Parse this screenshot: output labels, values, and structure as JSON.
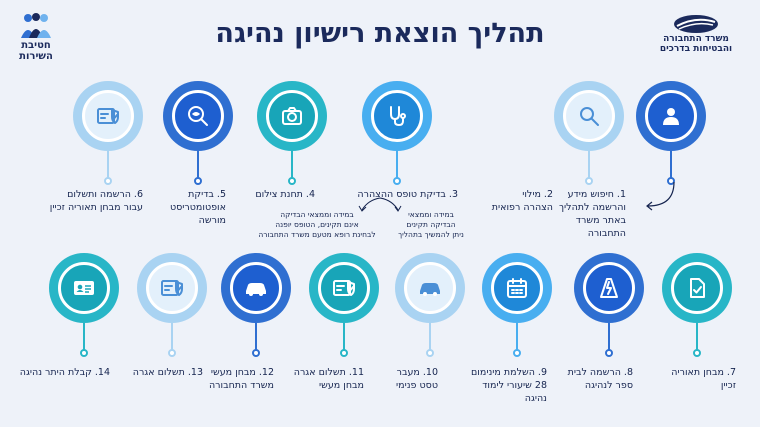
{
  "title": "תהליך הוצאת רישיון נהיגה",
  "logo_right": {
    "line1": "משרד התחבורה",
    "line2": "והבטיחות בדרכים"
  },
  "logo_left": {
    "line1": "חטיבת",
    "line2": "השירות"
  },
  "steps": [
    {
      "num": "1.",
      "lines": [
        "חיפוש מידע",
        "והרשמה לתהליך",
        "באתר משרד",
        "התחבורה"
      ],
      "icon": "user-icon"
    },
    {
      "num": "2.",
      "lines": [
        "מילוי",
        "הצהרה רפואית"
      ],
      "icon": "magnifier-icon"
    },
    {
      "num": "3.",
      "lines": [
        "בדיקת טופס ההצהרה"
      ],
      "icon": "stethoscope-icon"
    },
    {
      "num": "4.",
      "lines": [
        "תחנת צילום"
      ],
      "icon": "camera-icon"
    },
    {
      "num": "5.",
      "lines": [
        "בדיקת",
        "אופטומטריסט",
        "מורשה"
      ],
      "icon": "eye-magnifier-icon"
    },
    {
      "num": "6.",
      "lines": [
        "הרשמה ותשלום",
        "עבור מבחן תאוריה זכיין"
      ],
      "icon": "payment-card-icon"
    },
    {
      "num": "7.",
      "lines": [
        "מבחן תאוריה",
        "זכיין"
      ],
      "icon": "document-check-icon"
    },
    {
      "num": "8.",
      "lines": [
        "הרשמה לבית",
        "ספר לנהיגה"
      ],
      "icon": "road-sign-icon"
    },
    {
      "num": "9.",
      "lines": [
        "השלמת מינימום",
        "28 שיעורי לימוד",
        "נהיגה"
      ],
      "icon": "calendar-icon"
    },
    {
      "num": "10.",
      "lines": [
        "מעבר",
        "טסט פנימי"
      ],
      "icon": "car-icon"
    },
    {
      "num": "11.",
      "lines": [
        "תשלום אגרה",
        "מבחן מעשי"
      ],
      "icon": "payment-card-icon"
    },
    {
      "num": "12.",
      "lines": [
        "מבחן מעשי",
        "משרד התחבורה"
      ],
      "icon": "car-icon"
    },
    {
      "num": "13.",
      "lines": [
        "תשלום אגרה"
      ],
      "icon": "payment-card-icon"
    },
    {
      "num": "14.",
      "lines": [
        "קבלת היתר נהיגה"
      ],
      "icon": "id-card-icon"
    }
  ],
  "step3_branches": {
    "right": [
      "במידה וממצאי",
      "הבדיקה תקינים",
      "ניתן להמשיך בתהליך"
    ],
    "left": [
      "במידה וממצאי הבדיקה",
      "אינם תקינים, הטופס יופנה",
      "לבחינת רופא מטעם משרד התחבורה"
    ]
  }
}
